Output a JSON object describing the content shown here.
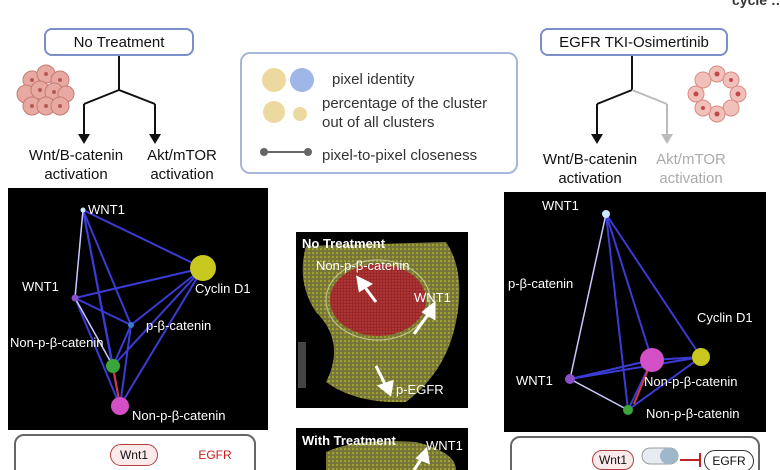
{
  "top_right_text": "cycle …",
  "left": {
    "condition": "No Treatment",
    "branch_left": "Wnt/B-catenin\nactivation",
    "branch_right": "Akt/mTOR\nactivation",
    "network_labels": [
      "WNT1",
      "WNT1",
      "Cyclin D1",
      "p-β-catenin",
      "Non-p-β-catenin",
      "Non-p-β-catenin"
    ]
  },
  "right": {
    "condition": "EGFR TKI-Osimertinib",
    "branch_left": "Wnt/B-catenin\nactivation",
    "branch_right": "Akt/mTOR\nactivation",
    "network_labels": [
      "WNT1",
      "p-β-catenin",
      "Cyclin D1",
      "WNT1",
      "Non-p-β-catenin",
      "Non-p-β-catenin"
    ]
  },
  "legend": {
    "identity": "pixel identity",
    "percentage": "percentage of the cluster\nout of all clusters",
    "closeness": "pixel-to-pixel closeness"
  },
  "center_top": {
    "title": "No Treatment",
    "labels": [
      "Non-p-β-catenin",
      "WNT1",
      "p-EGFR"
    ]
  },
  "center_bottom": {
    "title": "With Treatment",
    "labels": [
      "WNT1"
    ]
  },
  "bottom_left": {
    "gene1": "Wnt1",
    "gene2": "EGFR"
  },
  "bottom_right": {
    "gene1": "Wnt1",
    "gene2": "EGFR"
  },
  "colors": {
    "pill_border": "#7b8fc8",
    "edge_blue": "#3b3bd6",
    "edge_light": "#c9c9ff",
    "cyclin_d1": "#c8c81e",
    "pink": "#d24fc6",
    "green": "#3aa53a",
    "purple": "#8a4fc8",
    "red_edge": "#d43a3a"
  }
}
